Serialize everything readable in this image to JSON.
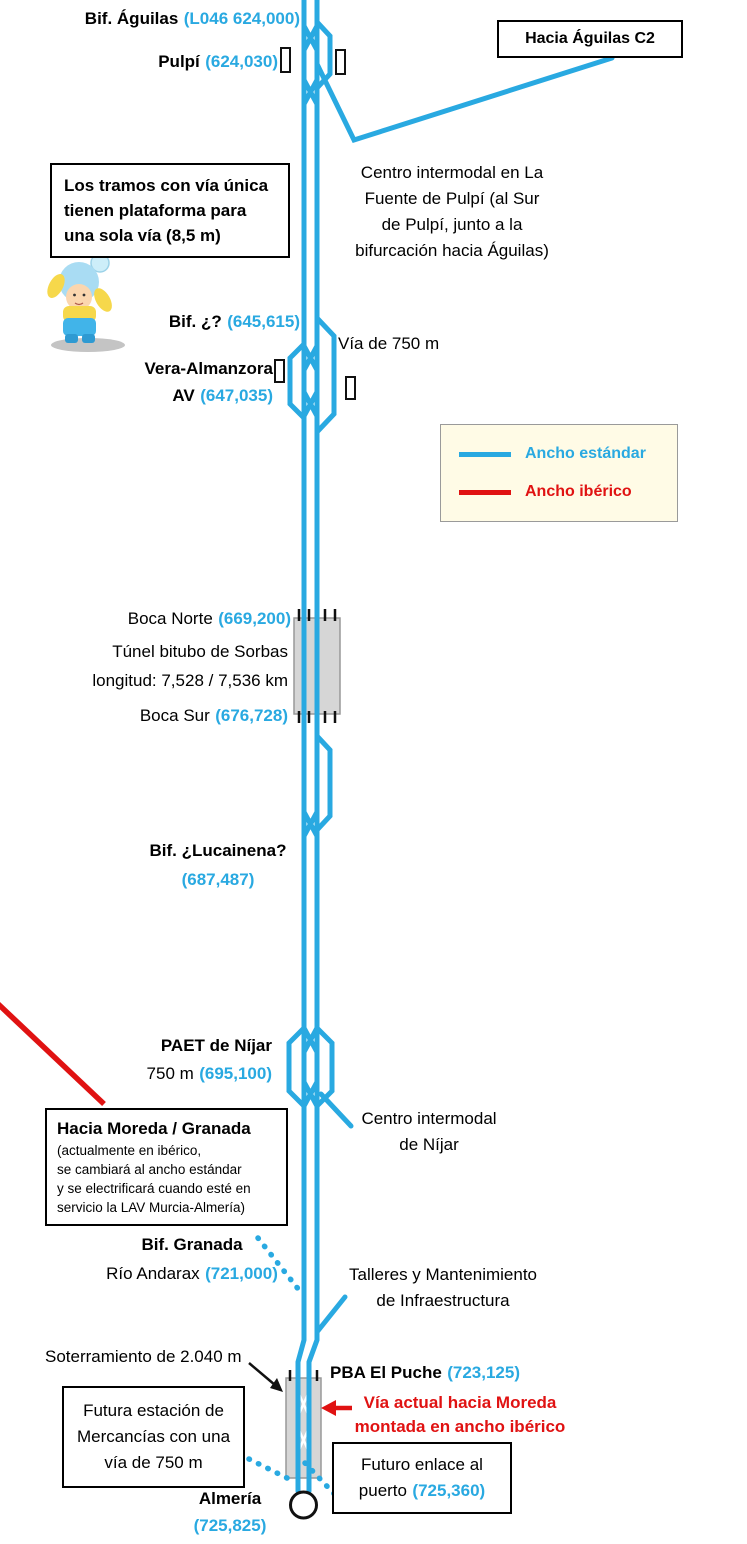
{
  "colors": {
    "standard_gauge": "#29a9e1",
    "iberian_gauge": "#e01212",
    "legend_bg": "#fffbe6",
    "tunnel_fill": "#d6d6d6",
    "tunnel_border": "#999999"
  },
  "legend": {
    "standard_label": "Ancho estándar",
    "iberian_label": "Ancho ibérico"
  },
  "boxes": {
    "hacia_aguilas": "Hacia Águilas C2",
    "via_unica": [
      "Los tramos con vía única",
      "tienen plataforma para",
      "una sola vía (8,5 m)"
    ],
    "moreda": {
      "title": "Hacia Moreda / Granada",
      "body": [
        "(actualmente en ibérico,",
        "se cambiará al ancho estándar",
        "y se electrificará cuando esté en",
        "servicio la LAV Murcia-Almería)"
      ]
    },
    "mercancias": [
      "Futura estación de",
      "Mercancías con una",
      "vía de 750 m"
    ],
    "puerto": {
      "line1": "Futuro enlace al",
      "line2": "puerto",
      "km": "(725,360)"
    }
  },
  "stations": {
    "bif_aguilas": {
      "name": "Bif. Águilas",
      "km": "(L046 624,000)"
    },
    "pulpi": {
      "name": "Pulpí",
      "km": "(624,030)"
    },
    "bif_unknown": {
      "name": "Bif. ¿?",
      "km": "(645,615)"
    },
    "vera": {
      "name": "Vera-Almanzora",
      "name2": "AV",
      "km": "(647,035)"
    },
    "boca_norte": {
      "name": "Boca Norte",
      "km": "(669,200)"
    },
    "boca_sur": {
      "name": "Boca Sur",
      "km": "(676,728)"
    },
    "bif_lucainena": {
      "name": "Bif. ¿Lucainena?",
      "km": "(687,487)"
    },
    "paet_nijar": {
      "name": "PAET de Níjar",
      "detail": "750 m",
      "km": "(695,100)"
    },
    "bif_granada": {
      "name": "Bif. Granada",
      "detail": "Río Andarax",
      "km": "(721,000)"
    },
    "pba_puche": {
      "name": "PBA El Puche",
      "km": "(723,125)"
    },
    "almeria": {
      "name": "Almería",
      "km": "(725,825)"
    }
  },
  "annotations": {
    "centro_pulpi": [
      "Centro intermodal en La",
      "Fuente de Pulpí (al Sur",
      "de Pulpí, junto a la",
      "bifurcación hacia Águilas)"
    ],
    "via_750": "Vía de 750 m",
    "tunel_sorbas": [
      "Túnel bitubo de Sorbas",
      "longitud: 7,528 / 7,536 km"
    ],
    "centro_nijar": [
      "Centro intermodal",
      "de Níjar"
    ],
    "talleres": [
      "Talleres y Mantenimiento",
      "de Infraestructura"
    ],
    "soterramiento": "Soterramiento de 2.040 m",
    "via_actual": [
      "Vía actual hacia Moreda",
      "montada en ancho ibérico"
    ]
  },
  "icons": {
    "toy_figure": "toy-child-figure",
    "left_arrow": "←"
  }
}
